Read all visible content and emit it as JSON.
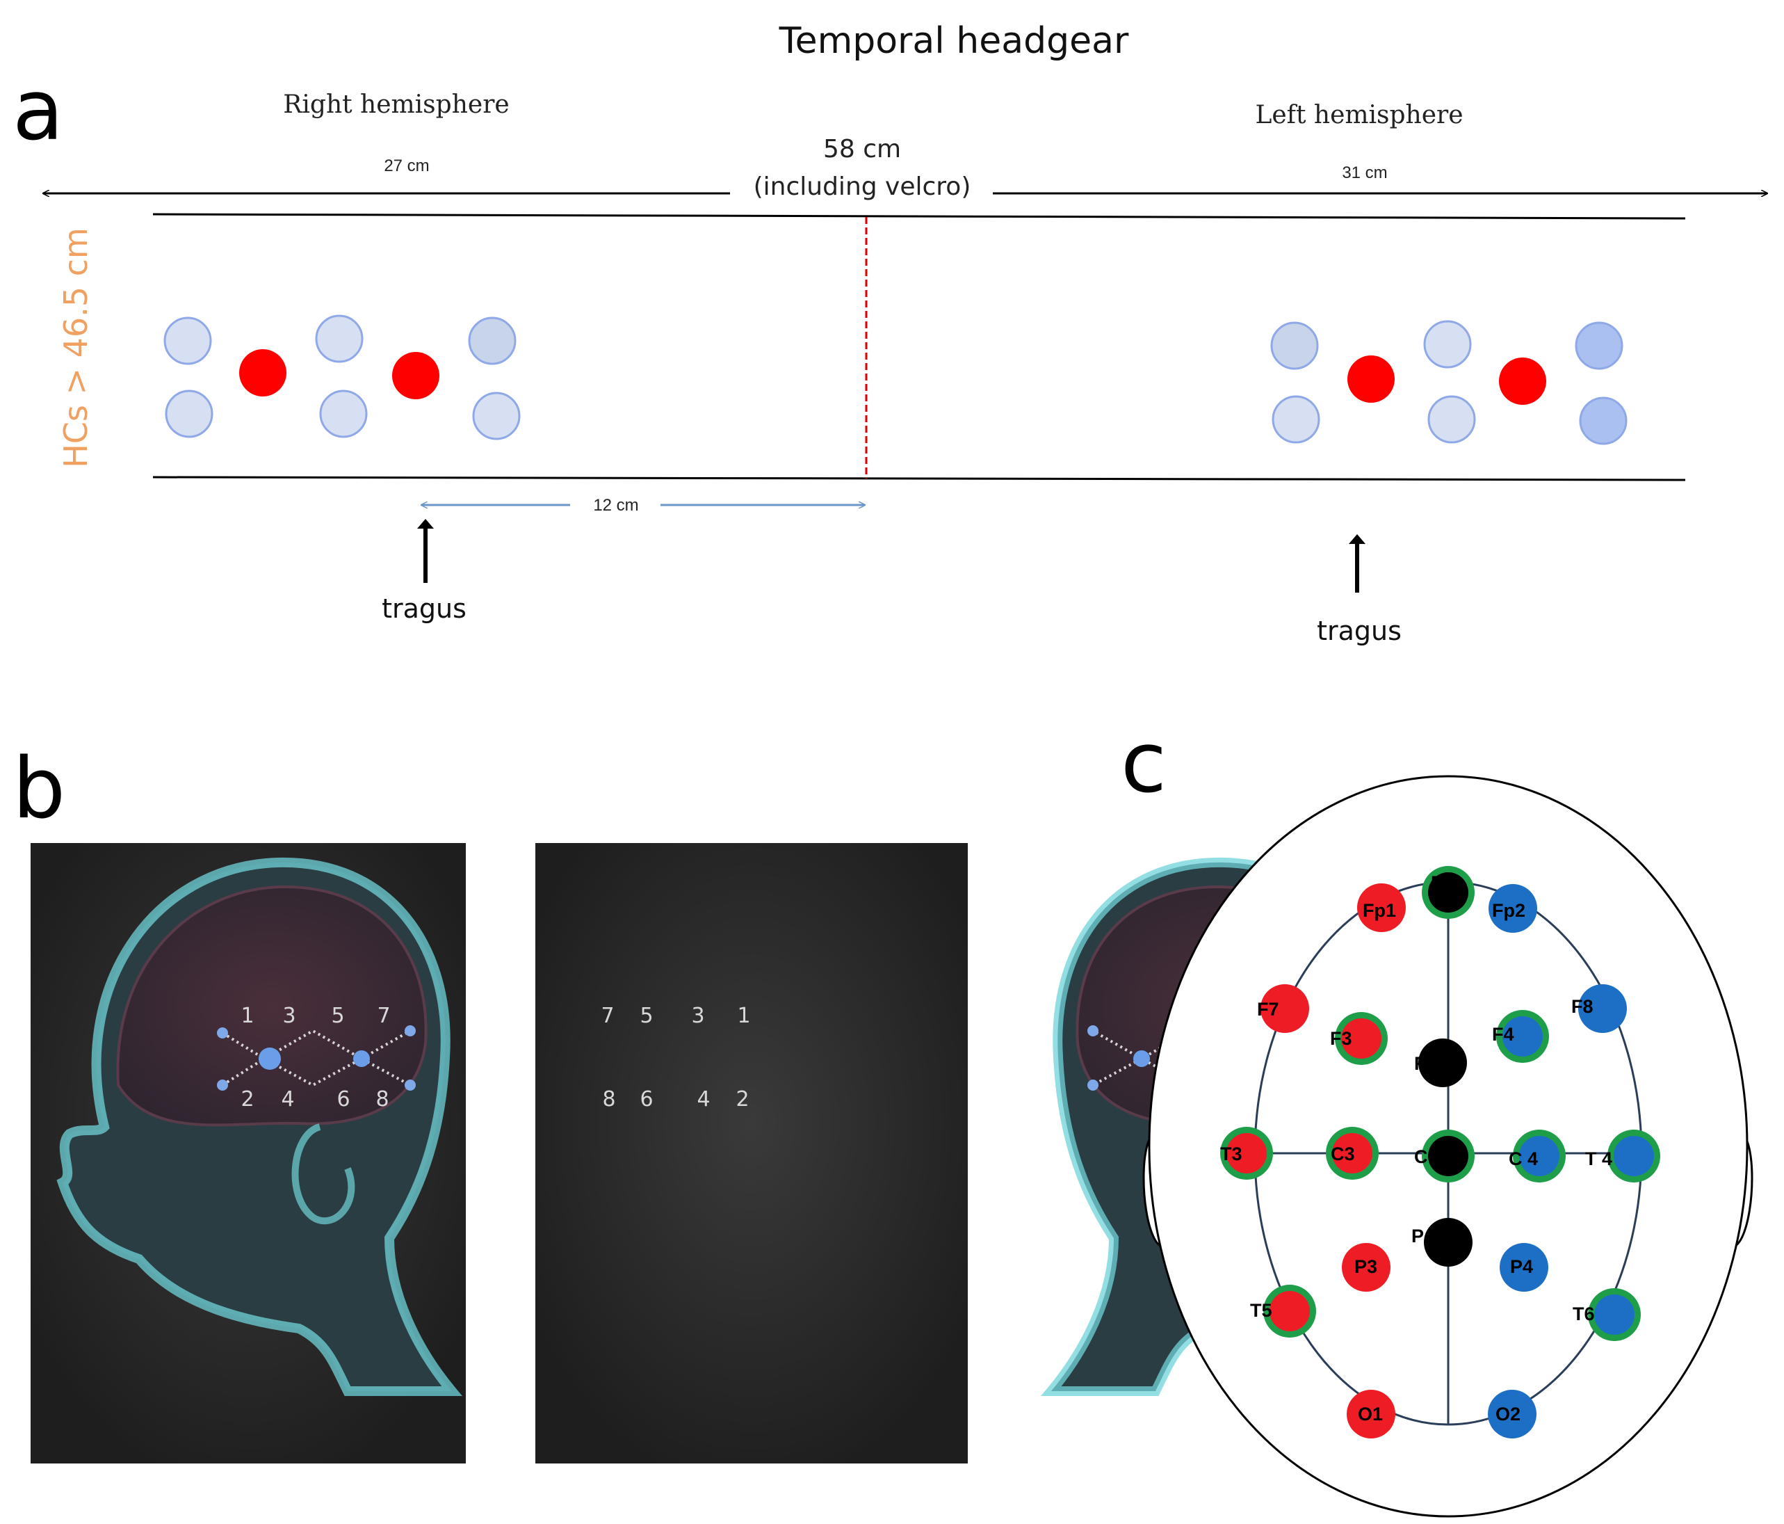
{
  "panel_a": {
    "letter": "a",
    "title": "Temporal headgear",
    "right_hemisphere": "Right hemisphere",
    "left_hemisphere": "Left hemisphere",
    "right_length": "27 cm",
    "left_length": "31 cm",
    "total_length": "58 cm",
    "total_note": "(including velcro)",
    "height_label": "HCs > 46.5 cm",
    "offset_label": "12 cm",
    "tragus_right": "tragus",
    "tragus_left": "tragus"
  },
  "panel_b": {
    "letter": "b",
    "left_head_channels": [
      "1",
      "3",
      "5",
      "7",
      "2",
      "4",
      "6",
      "8"
    ],
    "right_head_channels": [
      "7",
      "5",
      "3",
      "1",
      "8",
      "6",
      "4",
      "2"
    ]
  },
  "panel_c": {
    "letter": "c",
    "electrodes": [
      {
        "label": "Fp1",
        "color": "red",
        "ring": false
      },
      {
        "label": "F",
        "color": "black",
        "ring": true
      },
      {
        "label": "Fp2",
        "color": "blue",
        "ring": false
      },
      {
        "label": "F7",
        "color": "red",
        "ring": false
      },
      {
        "label": "F3",
        "color": "red",
        "ring": true
      },
      {
        "label": "F",
        "color": "black",
        "ring": false
      },
      {
        "label": "F4",
        "color": "blue",
        "ring": true
      },
      {
        "label": "F8",
        "color": "blue",
        "ring": false
      },
      {
        "label": "T3",
        "color": "red",
        "ring": true
      },
      {
        "label": "C3",
        "color": "red",
        "ring": true
      },
      {
        "label": "C",
        "color": "black",
        "ring": true
      },
      {
        "label": "C 4",
        "color": "blue",
        "ring": true
      },
      {
        "label": "T 4",
        "color": "blue",
        "ring": true
      },
      {
        "label": "P",
        "color": "black",
        "ring": false
      },
      {
        "label": "P3",
        "color": "red",
        "ring": false
      },
      {
        "label": "P4",
        "color": "blue",
        "ring": false
      },
      {
        "label": "T5",
        "color": "red",
        "ring": true
      },
      {
        "label": "T6",
        "color": "blue",
        "ring": true
      },
      {
        "label": "O1",
        "color": "red",
        "ring": false
      },
      {
        "label": "O2",
        "color": "blue",
        "ring": false
      }
    ]
  },
  "colors": {
    "source_red": "#ff0000",
    "detector_fill": "#d4deef",
    "detector_stroke": "#8fa8e8",
    "marker_red": "#ee1c24",
    "marker_blue": "#1c6fc4",
    "ring_green": "#1f9e4a",
    "midline_red": "#e00000",
    "arrow_blue": "#6d96c8"
  }
}
